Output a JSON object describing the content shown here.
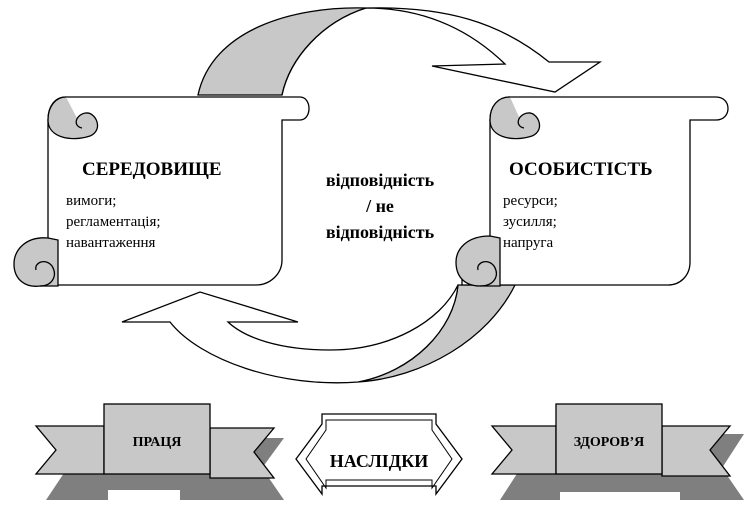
{
  "environment": {
    "title": "СЕРЕДОВИЩЕ",
    "items": [
      "вимоги;",
      "регламентація;",
      "навантаження"
    ]
  },
  "personality": {
    "title": "ОСОБИСТІСТЬ",
    "items": [
      "ресурси;",
      "зусилля;",
      "напруга"
    ]
  },
  "center": {
    "line1": "відповідність",
    "line2": "/ не",
    "line3": "відповідність"
  },
  "outcomes": {
    "left": "ПРАЦЯ",
    "middle": "НАСЛІДКИ",
    "right": "ЗДОРОВ’Я"
  },
  "colors": {
    "band_fill": "#c8c8c8",
    "shadow_fill": "#7f7f7f",
    "stroke": "#000000",
    "paper": "#ffffff"
  }
}
